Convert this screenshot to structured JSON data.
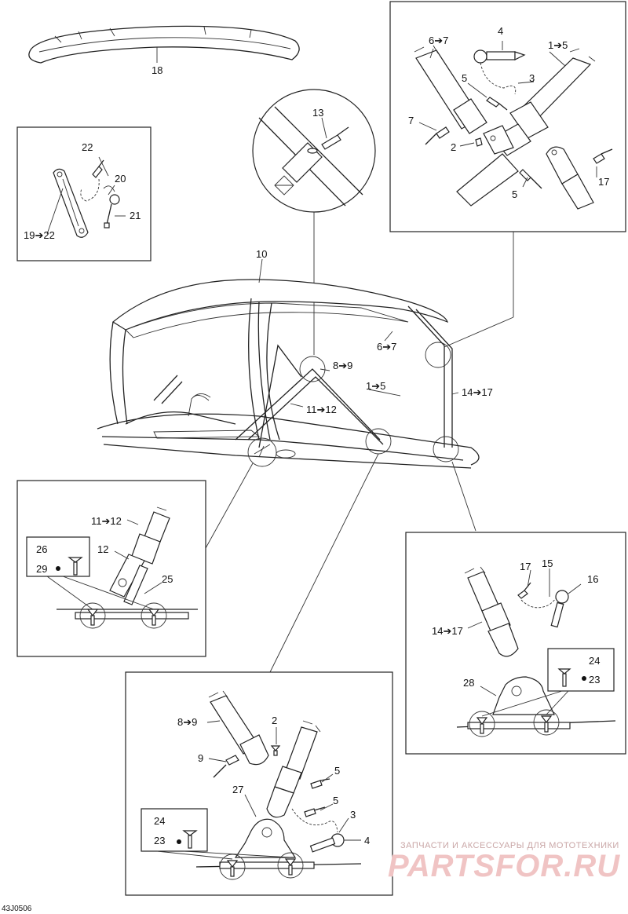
{
  "figure_code": "43J0506",
  "watermark": {
    "tagline": "ЗАПЧАСТИ И АКСЕССУАРЫ ДЛЯ МОТОТЕХНИКИ",
    "brand": "PARTSFOR.RU"
  },
  "callouts": {
    "c18": "18",
    "c10": "10",
    "c13": "13",
    "c22": "22",
    "c20": "20",
    "c21": "21",
    "c19_22": "19➔22",
    "c6_7_top": "6➔7",
    "c4_top": "4",
    "c1_5_top": "1➔5",
    "c3_top": "3",
    "c5_top_a": "5",
    "c7_top": "7",
    "c2_top": "2",
    "c5_top_b": "5",
    "c17_top": "17",
    "c6_7_main": "6➔7",
    "c8_9_main": "8➔9",
    "c1_5_main": "1➔5",
    "c14_17_main": "14➔17",
    "c11_12_main": "11➔12",
    "c11_12_left": "11➔12",
    "c12_left": "12",
    "c26": "26",
    "c29": "29",
    "c25": "25",
    "c17_right": "17",
    "c15": "15",
    "c16": "16",
    "c14_17_right": "14➔17",
    "c24_right": "24",
    "c23_right": "23",
    "c28": "28",
    "c8_9_bottom": "8➔9",
    "c2_bottom": "2",
    "c9_bottom": "9",
    "c5_bottom_a": "5",
    "c27": "27",
    "c5_bottom_b": "5",
    "c3_bottom": "3",
    "c24_bottom": "24",
    "c23_bottom": "23",
    "c4_bottom": "4"
  }
}
